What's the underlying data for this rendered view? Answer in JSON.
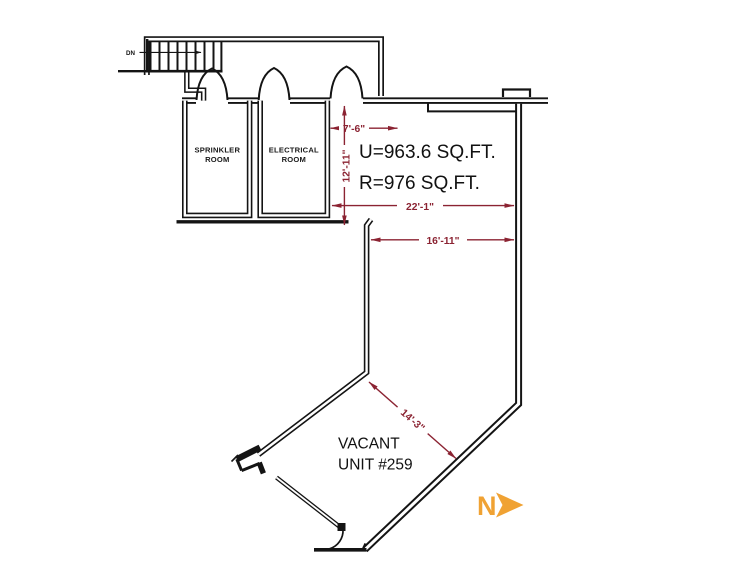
{
  "labels": {
    "dn": "DN",
    "sprinkler_room": [
      "SPRINKLER",
      "ROOM"
    ],
    "electrical_room": [
      "ELECTRICAL",
      "ROOM"
    ],
    "area_line1": "U=963.6 SQ.FT.",
    "area_line2": "R=976 SQ.FT.",
    "unit_line1": "VACANT",
    "unit_line2": "UNIT #259",
    "north": "N"
  },
  "dimensions": {
    "recess_width": "7'-6\"",
    "upper_depth": "12'-11\"",
    "overall_width": "22'-1\"",
    "main_width": "16'-11\"",
    "diagonal_width": "14'-3\""
  },
  "colors": {
    "wall": "#141414",
    "dimension": "#8b2332",
    "north_arrow": "#f0a233",
    "background": "#ffffff"
  }
}
